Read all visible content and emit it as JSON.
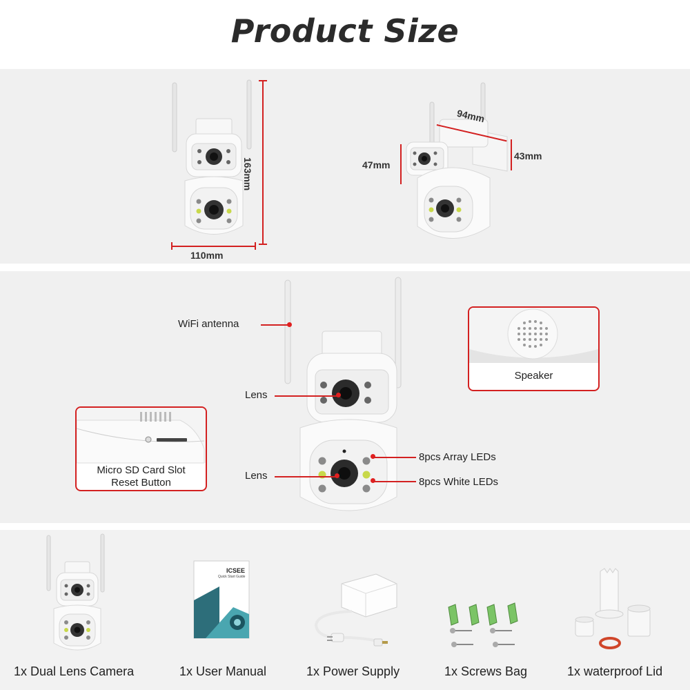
{
  "header": {
    "title": "Product Size"
  },
  "size_section": {
    "height": "163mm",
    "width": "110mm",
    "depth": "94mm",
    "lens_height": "47mm",
    "mount_height": "43mm"
  },
  "features": {
    "wifi_antenna": "WiFi antenna",
    "lens_top": "Lens",
    "lens_bottom": "Lens",
    "array_leds": "8pcs Array LEDs",
    "white_leds": "8pcs White LEDs",
    "speaker": "Speaker",
    "sd_slot_line1": "Micro SD Card Slot",
    "sd_slot_line2": "Reset Button"
  },
  "package": {
    "camera": "1x Dual Lens Camera",
    "manual": "1x User Manual",
    "manual_brand": "ICSEE",
    "manual_subtitle": "Quick Start Guide",
    "power": "1x Power Supply",
    "screws": "1x Screws Bag",
    "lid": "1x waterproof Lid"
  },
  "colors": {
    "accent": "#d32020",
    "panel": "#f0f0f0",
    "text": "#222222"
  }
}
